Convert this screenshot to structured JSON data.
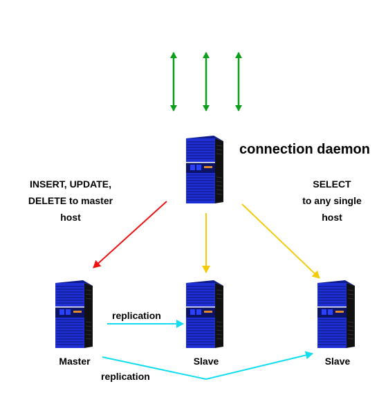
{
  "nodes": {
    "daemon": {
      "label": "connection daemon"
    },
    "master": {
      "label": "Master"
    },
    "slave_middle": {
      "label": "Slave"
    },
    "slave_right": {
      "label": "Slave"
    }
  },
  "annotations": {
    "write_route": [
      "INSERT, UPDATE,",
      "DELETE to master",
      "host"
    ],
    "read_route": [
      "SELECT",
      "to any single",
      "host"
    ],
    "replication_upper": "replication",
    "replication_lower": "replication"
  },
  "colors": {
    "client_arrows": "#0a9e1a",
    "write_arrow": "#ee1111",
    "read_arrows": "#f2cc0c",
    "replication_arrows": "#11ddee",
    "server_front": "#1f2fd6",
    "server_side": "#111111"
  },
  "icons": {
    "server": "server-tower-icon"
  }
}
